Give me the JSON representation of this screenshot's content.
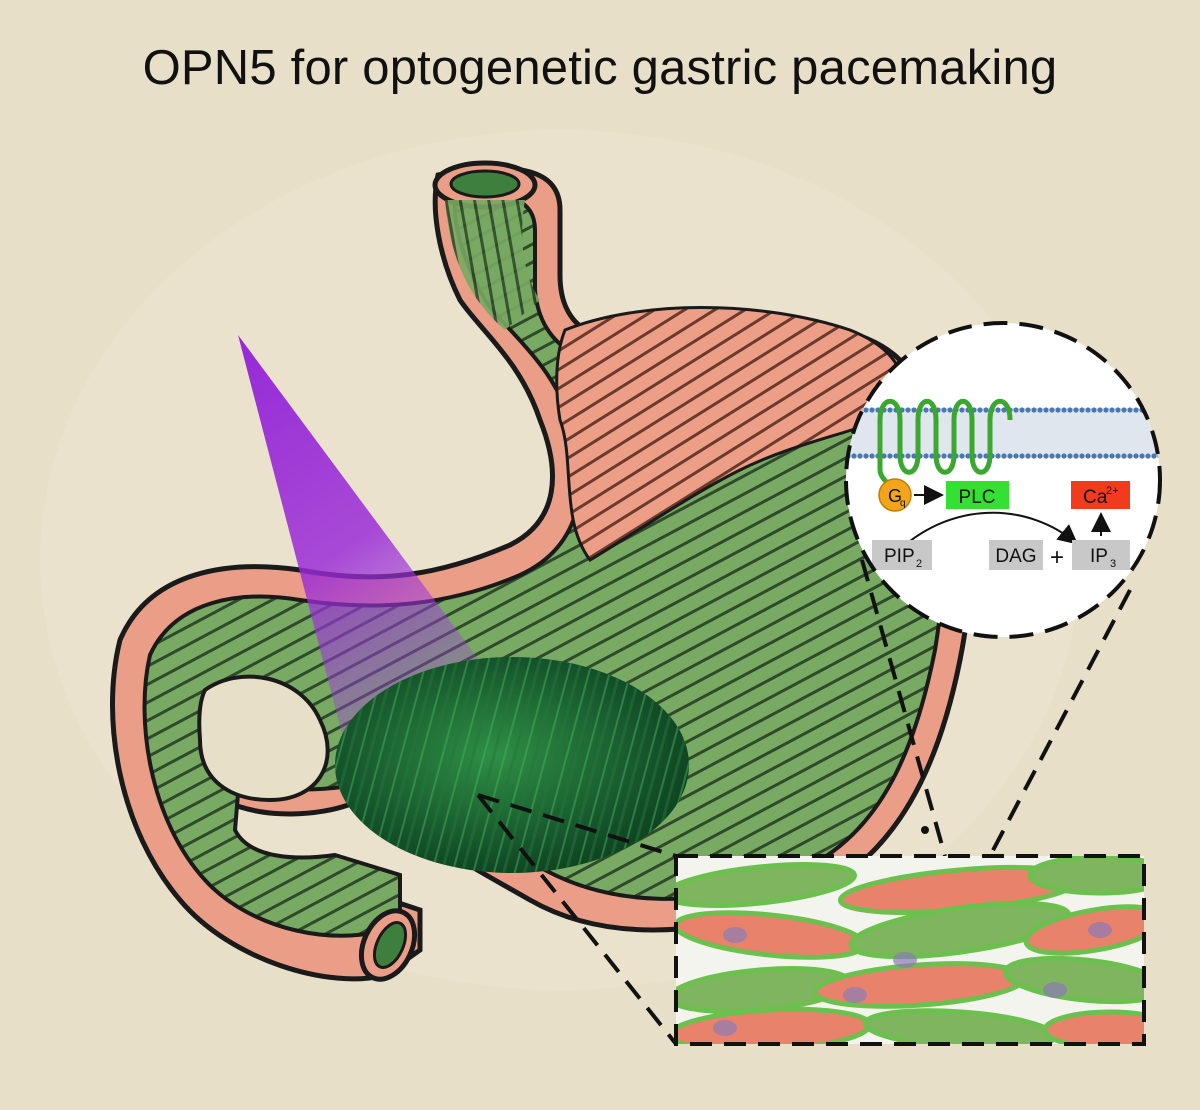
{
  "title": "OPN5 for optogenetic gastric pacemaking",
  "pathway": {
    "gq": "G",
    "gq_sub": "q",
    "plc": "PLC",
    "ca": "Ca",
    "ca_sup": "2+",
    "pip": "PIP",
    "pip_sub": "2",
    "dag": "DAG",
    "plus": "+",
    "ip": "IP",
    "ip_sub": "3"
  },
  "colors": {
    "background": "#e8dfc9",
    "light_beam": "#8a1fd0",
    "stomach_green": "#6fa15c",
    "stomach_pink": "#e59a84",
    "gq": "#f2a51a",
    "plc": "#34e034",
    "calcium": "#f03b1f",
    "metabolite_box": "#c8c8c8"
  },
  "icons": [
    "light-cone",
    "stomach-illustration",
    "opsin-membrane",
    "muscle-cells",
    "magnifier-circle"
  ]
}
